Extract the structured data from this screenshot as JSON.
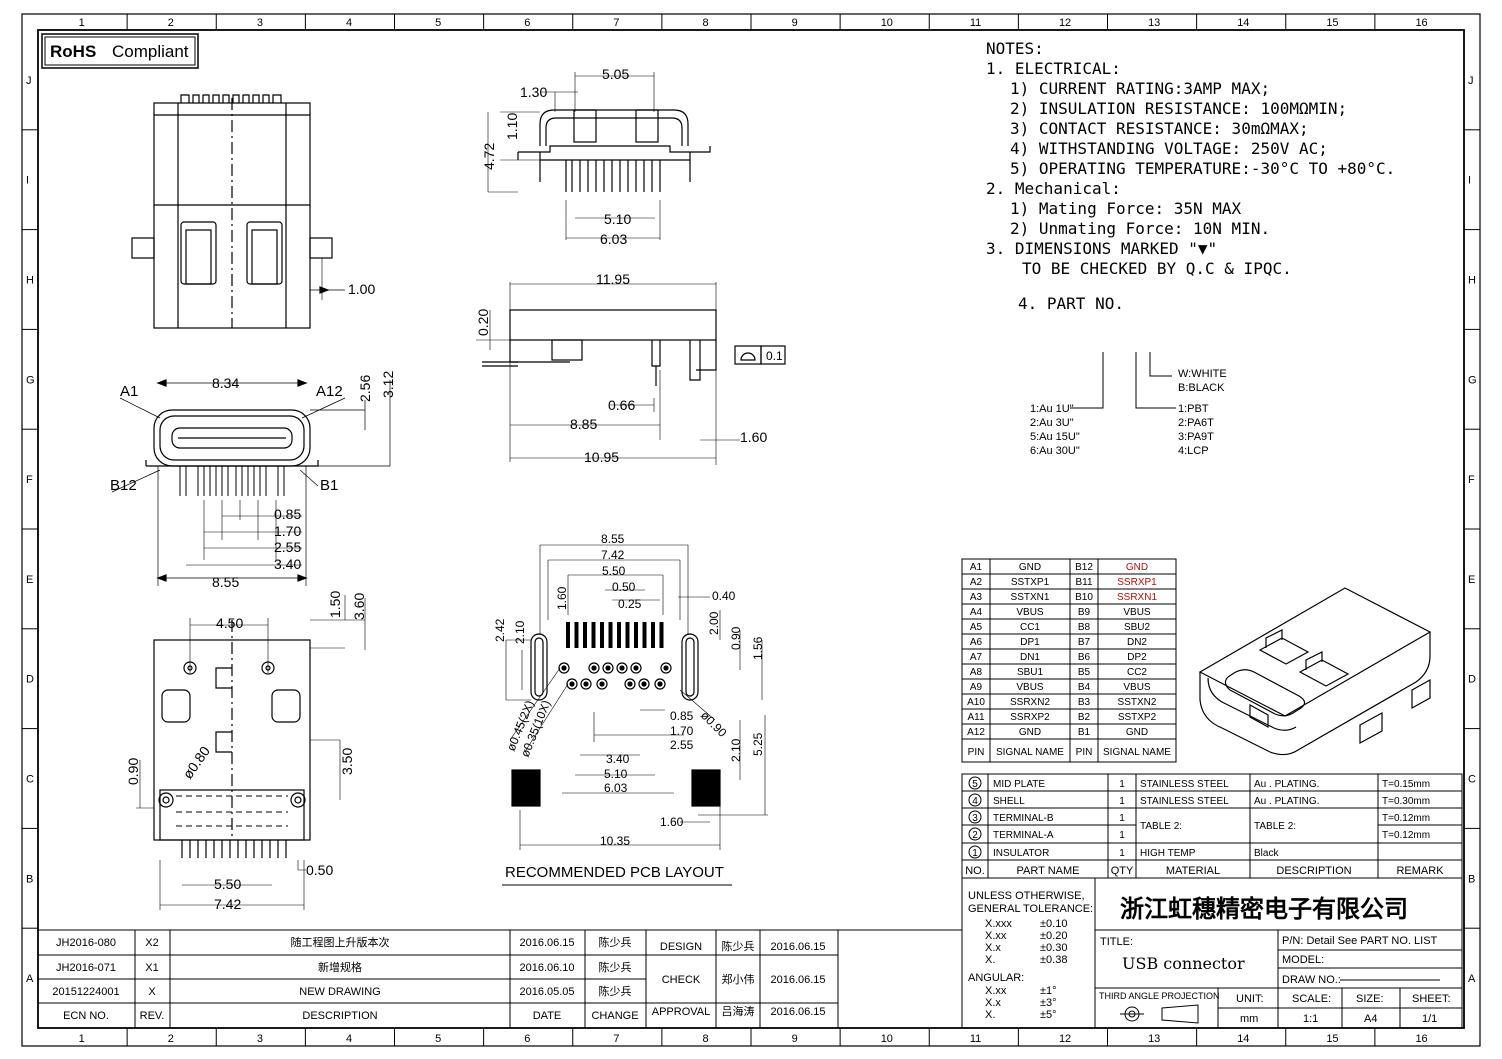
{
  "border": {
    "cols": [
      "1",
      "2",
      "3",
      "4",
      "5",
      "6",
      "7",
      "8",
      "9",
      "10",
      "11",
      "12",
      "13",
      "14",
      "15",
      "16"
    ],
    "rows": [
      "J",
      "I",
      "H",
      "G",
      "F",
      "E",
      "D",
      "C",
      "B",
      "A"
    ]
  },
  "badge": {
    "rohs": "RoHS",
    "compliant": "Compliant"
  },
  "dims": {
    "top_1_00": "1.00",
    "f_8_34": "8.34",
    "f_A1": "A1",
    "f_A12": "A12",
    "f_2_56": "2.56",
    "f_3_12": "3.12",
    "f_B12": "B12",
    "f_B1": "B1",
    "f_0_85": "0.85",
    "f_1_70": "1.70",
    "f_2_55": "2.55",
    "f_3_40": "3.40",
    "f_8_55": "8.55",
    "b_4_50": "4.50",
    "b_1_50": "1.50",
    "b_3_60": "3.60",
    "b_0_80": "ø0.80",
    "b_0_90": "0.90",
    "b_3_50": "3.50",
    "b_0_50": "0.50",
    "b_5_50": "5.50",
    "b_7_42": "7.42",
    "s_5_05": "5.05",
    "s_1_30": "1.30",
    "s_1_10": "1.10",
    "s_4_72": "4.72",
    "s_5_10": "5.10",
    "s_6_03": "6.03",
    "p_11_95": "11.95",
    "p_0_20": "0.20",
    "p_0_1": "0.1",
    "p_0_66": "0.66",
    "p_8_85": "8.85",
    "p_1_60": "1.60",
    "p_10_95": "10.95",
    "c_8_55": "8.55",
    "c_7_42": "7.42",
    "c_5_50": "5.50",
    "c_0_50": "0.50",
    "c_0_40": "0.40",
    "c_0_25": "0.25",
    "c_1_60": "1.60",
    "c_2_42": "2.42",
    "c_2_10": "2.10",
    "c_2_00": "2.00",
    "c_0_90": "0.90",
    "c_1_56": "1.56",
    "c_045": "ø0.45(2X)",
    "c_035": "ø0.35(10X)",
    "c_0_85": "0.85",
    "c_090d": "ø0.90",
    "c_1_70": "1.70",
    "c_2_55": "2.55",
    "c_2_10b": "2.10",
    "c_5_25": "5.25",
    "c_3_40": "3.40",
    "c_5_10": "5.10",
    "c_6_03": "6.03",
    "c_1_60b": "1.60",
    "c_10_35": "10.35",
    "pcb_title": "RECOMMENDED PCB LAYOUT"
  },
  "notes": {
    "n0": "NOTES:",
    "n1": "1. ELECTRICAL:",
    "n1a": "1) CURRENT RATING:3AMP MAX;",
    "n1b": "2) INSULATION RESISTANCE: 100MΩMIN;",
    "n1c": "3) CONTACT RESISTANCE: 30mΩMAX;",
    "n1d": "4) WITHSTANDING VOLTAGE: 250V AC;",
    "n1e": "5) OPERATING TEMPERATURE:-30°C TO +80°C.",
    "n2": "2. Mechanical:",
    "n2a": "1) Mating Force: 35N   MAX",
    "n2b": "2) Unmating Force: 10N   MIN.",
    "n3": "3. DIMENSIONS MARKED \"▼\"",
    "n3b": "TO BE CHECKED BY Q.C & IPQC.",
    "n4": "4. PART NO."
  },
  "partno": {
    "color1": "W:WHITE",
    "color2": "B:BLACK",
    "plat": [
      "1:Au 1U\"",
      "2:Au 3U\"",
      "5:Au 15U\"",
      "6:Au 30U\""
    ],
    "mat": [
      "1:PBT",
      "2:PA6T",
      "3:PA9T",
      "4:LCP"
    ]
  },
  "pintable": {
    "rows": [
      [
        "A1",
        "GND",
        "B12",
        "GND"
      ],
      [
        "A2",
        "SSTXP1",
        "B11",
        "SSRXP1"
      ],
      [
        "A3",
        "SSTXN1",
        "B10",
        "SSRXN1"
      ],
      [
        "A4",
        "VBUS",
        "B9",
        "VBUS"
      ],
      [
        "A5",
        "CC1",
        "B8",
        "SBU2"
      ],
      [
        "A6",
        "DP1",
        "B7",
        "DN2"
      ],
      [
        "A7",
        "DN1",
        "B6",
        "DP2"
      ],
      [
        "A8",
        "SBU1",
        "B5",
        "CC2"
      ],
      [
        "A9",
        "VBUS",
        "B4",
        "VBUS"
      ],
      [
        "A10",
        "SSRXN2",
        "B3",
        "SSTXN2"
      ],
      [
        "A11",
        "SSRXP2",
        "B2",
        "SSTXP2"
      ],
      [
        "A12",
        "GND",
        "B1",
        "GND"
      ]
    ],
    "header": [
      "PIN",
      "SIGNAL NAME",
      "PIN",
      "SIGNAL NAME"
    ]
  },
  "bom": {
    "rows": [
      {
        "no": "5",
        "name": "MID PLATE",
        "qty": "1",
        "mat": "STAINLESS STEEL",
        "desc": "Au . PLATING.",
        "rem": "T=0.15mm"
      },
      {
        "no": "4",
        "name": "SHELL",
        "qty": "1",
        "mat": "STAINLESS STEEL",
        "desc": "Au . PLATING.",
        "rem": "T=0.30mm"
      },
      {
        "no": "3",
        "name": "TERMINAL-B",
        "qty": "1",
        "mat": "TABLE 2:",
        "desc": "TABLE 2:",
        "rem": "T=0.12mm"
      },
      {
        "no": "2",
        "name": "TERMINAL-A",
        "qty": "1",
        "mat": "",
        "desc": "",
        "rem": "T=0.12mm"
      },
      {
        "no": "1",
        "name": "INSULATOR",
        "qty": "1",
        "mat": "HIGH TEMP",
        "desc": "Black",
        "rem": ""
      }
    ],
    "header": [
      "NO.",
      "PART NAME",
      "QTY",
      "MATERIAL",
      "DESCRIPTION",
      "REMARK"
    ]
  },
  "title_block": {
    "company": "浙江虹穗精密电子有限公司",
    "tol_title1": "UNLESS OTHERWISE,",
    "tol_title2": "GENERAL TOLERANCE:",
    "tol": [
      [
        "X.xxx",
        "±0.10"
      ],
      [
        "X.xx",
        "±0.20"
      ],
      [
        "X.x",
        "±0.30"
      ],
      [
        "X.",
        "±0.38"
      ]
    ],
    "angular": "ANGULAR:",
    "ang": [
      [
        "X.xx",
        "±1°"
      ],
      [
        "X.x",
        "±3°"
      ],
      [
        "X.",
        "±5°"
      ]
    ],
    "title_label": "TITLE:",
    "title": "USB connector",
    "pn": "P/N: Detail See PART NO. LIST",
    "model": "MODEL:",
    "drawno": "DRAW NO.:",
    "projection": "THIRD ANGLE PROJECTION",
    "unit_l": "UNIT:",
    "unit_v": "mm",
    "scale_l": "SCALE:",
    "scale_v": "1:1",
    "size_l": "SIZE:",
    "size_v": "A4",
    "sheet_l": "SHEET:",
    "sheet_v": "1/1"
  },
  "revisions": {
    "rows": [
      {
        "ecn": "JH2016-080",
        "rev": "X2",
        "desc": "随工程图上升版本次",
        "date": "2016.06.15",
        "who": "陈少兵"
      },
      {
        "ecn": "JH2016-071",
        "rev": "X1",
        "desc": "新增规格",
        "date": "2016.06.10",
        "who": "陈少兵"
      },
      {
        "ecn": "20151224001",
        "rev": "X",
        "desc": "NEW DRAWING",
        "date": "2016.05.05",
        "who": "陈少兵"
      }
    ],
    "header": {
      "ecn": "ECN NO.",
      "rev": "REV.",
      "desc": "DESCRIPTION",
      "date": "DATE",
      "chg": "CHANGE"
    }
  },
  "approvals": [
    {
      "role": "DESIGN",
      "name": "陈少兵",
      "date": "2016.06.15"
    },
    {
      "role": "CHECK",
      "name": "郑小伟",
      "date": "2016.06.15"
    },
    {
      "role": "APPROVAL",
      "name": "吕海涛",
      "date": "2016.06.15"
    }
  ]
}
